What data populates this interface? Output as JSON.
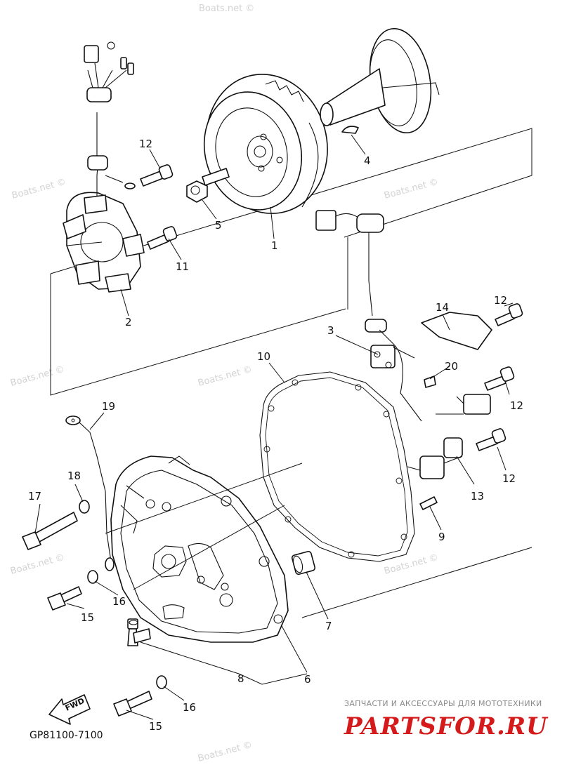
{
  "diagram": {
    "code": "GP81100-7100",
    "fwd_label": "FWD",
    "watermark": "Boats.net ©",
    "brand_tagline": "ЗАПЧАСТИ И АКСЕССУАРЫ ДЛЯ МОТОТЕХНИКИ",
    "brand_name": "PARTSFOR.RU",
    "colors": {
      "line": "#111111",
      "brand": "#d41a1a",
      "watermark": "#d3d3d3"
    },
    "callouts": [
      {
        "id": "c1",
        "label": "1"
      },
      {
        "id": "c2",
        "label": "2"
      },
      {
        "id": "c3",
        "label": "3"
      },
      {
        "id": "c4",
        "label": "4"
      },
      {
        "id": "c5",
        "label": "5"
      },
      {
        "id": "c6",
        "label": "6"
      },
      {
        "id": "c7",
        "label": "7"
      },
      {
        "id": "c8",
        "label": "8"
      },
      {
        "id": "c9",
        "label": "9"
      },
      {
        "id": "c10",
        "label": "10"
      },
      {
        "id": "c11",
        "label": "11"
      },
      {
        "id": "c12a",
        "label": "12"
      },
      {
        "id": "c12b",
        "label": "12"
      },
      {
        "id": "c12c",
        "label": "12"
      },
      {
        "id": "c12d",
        "label": "12"
      },
      {
        "id": "c13",
        "label": "13"
      },
      {
        "id": "c14",
        "label": "14"
      },
      {
        "id": "c15a",
        "label": "15"
      },
      {
        "id": "c15b",
        "label": "15"
      },
      {
        "id": "c16a",
        "label": "16"
      },
      {
        "id": "c16b",
        "label": "16"
      },
      {
        "id": "c17",
        "label": "17"
      },
      {
        "id": "c18",
        "label": "18"
      },
      {
        "id": "c19",
        "label": "19"
      },
      {
        "id": "c20",
        "label": "20"
      }
    ]
  }
}
